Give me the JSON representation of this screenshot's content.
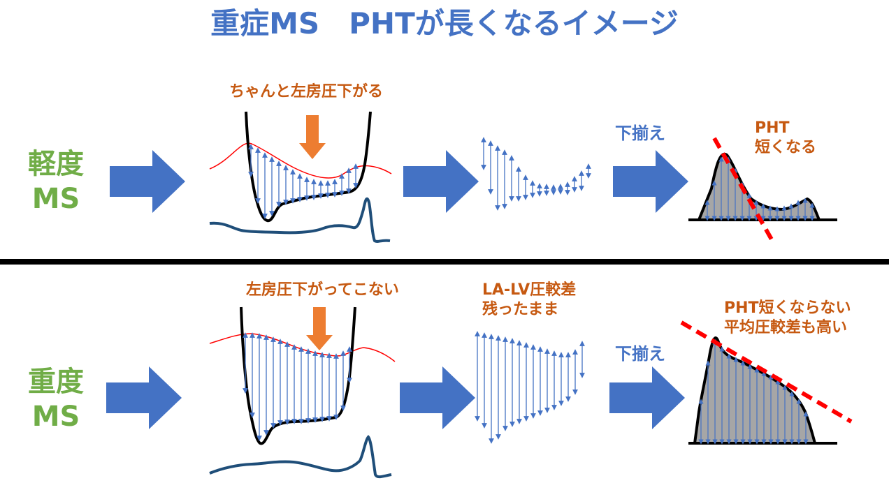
{
  "title": "重症MS　PHTが長くなるイメージ",
  "colors": {
    "title": "#4472c4",
    "severity": "#70ad47",
    "annotation": "#c65911",
    "arrow_fill": "#4472c4",
    "down_arrow": "#ed7d31",
    "la_pressure": "#ff0000",
    "lv_pressure": "#000000",
    "ecg": "#1f4e79",
    "pht_line": "#ff0000",
    "area_fill": "#a6a6a6"
  },
  "mild": {
    "label_line1": "軽度",
    "label_line2": "MS",
    "la_note": "ちゃんと左房圧下がる",
    "align_label": "下揃え",
    "result_line1": "PHT",
    "result_line2": "短くなる"
  },
  "severe": {
    "label_line1": "重度",
    "label_line2": "MS",
    "la_note": "左房圧下がってこない",
    "gradient_line1": "LA-LV圧較差",
    "gradient_line2": "残ったまま",
    "align_label": "下揃え",
    "result_line1": "PHT短くならない",
    "result_line2": "平均圧較差も高い"
  }
}
